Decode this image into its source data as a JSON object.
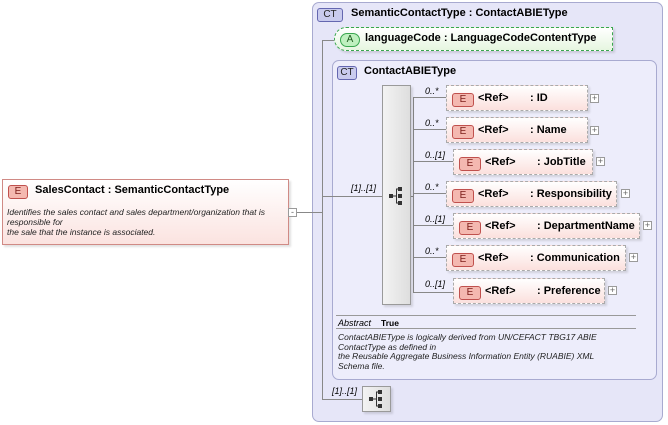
{
  "outer_type": {
    "badge": "CT",
    "label": "SemanticContactType : ContactABIEType"
  },
  "attribute": {
    "badge": "A",
    "label": "languageCode : LanguageCodeContentType"
  },
  "inner_type": {
    "badge": "CT",
    "label": "ContactABIEType"
  },
  "main_element": {
    "badge": "E",
    "label": "SalesContact : SemanticContactType",
    "description": [
      "Identifies the sales contact and sales department/organization that is",
      "responsible for",
      "the sale that the instance is associated."
    ]
  },
  "sequence_multiplicity": "[1]..[1]",
  "sequence2_multiplicity": "[1]..[1]",
  "children": [
    {
      "badge": "E",
      "ref": "<Ref>",
      "type": ": ID",
      "occ": "0..*"
    },
    {
      "badge": "E",
      "ref": "<Ref>",
      "type": ": Name",
      "occ": "0..*"
    },
    {
      "badge": "E",
      "ref": "<Ref>",
      "type": ": JobTitle",
      "occ": "0..[1]"
    },
    {
      "badge": "E",
      "ref": "<Ref>",
      "type": ": Responsibility",
      "occ": "0..*"
    },
    {
      "badge": "E",
      "ref": "<Ref>",
      "type": ": DepartmentName",
      "occ": "0..[1]"
    },
    {
      "badge": "E",
      "ref": "<Ref>",
      "type": ": Communication",
      "occ": "0..*"
    },
    {
      "badge": "E",
      "ref": "<Ref>",
      "type": ": Preference",
      "occ": "0..[1]"
    }
  ],
  "abstract": {
    "label": "Abstract",
    "value": "True"
  },
  "inner_description": [
    "ContactABIEType is logically derived from UN/CEFACT TBG17 ABIE",
    "ContactType as defined in",
    "the Reusable Aggregate Business Information Entity (RUABIE) XML",
    "Schema file."
  ],
  "colors": {
    "outer_bg": "#e6e6f8",
    "outer_border": "#9a9cc4",
    "element_border": "#c0504d",
    "attribute_border": "#39a64e"
  }
}
